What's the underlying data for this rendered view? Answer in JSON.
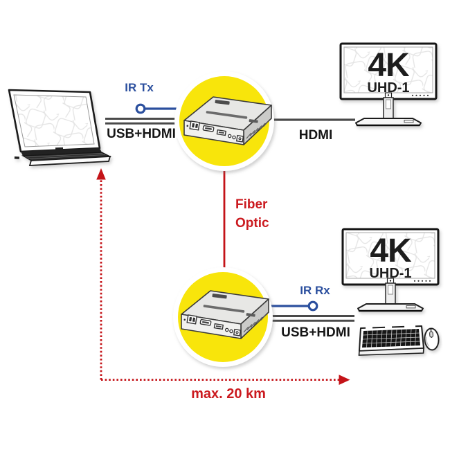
{
  "colors": {
    "accent_yellow": "#f8e50b",
    "signal_red": "#c41318",
    "label_red": "#cb1a1f",
    "ir_blue": "#2b4f9e",
    "cable_gray": "#4a4a4a"
  },
  "connections": {
    "ir_tx": "IR Tx",
    "usb_hdmi_source": "USB+HDMI",
    "hdmi": "HDMI",
    "fiber_optic_line1": "Fiber",
    "fiber_optic_line2": "Optic",
    "ir_rx": "IR Rx",
    "usb_hdmi_remote": "USB+HDMI",
    "max_distance": "max. 20 km"
  },
  "displays": {
    "top_monitor": {
      "title": "4K",
      "subtitle": "UHD-1"
    },
    "bottom_monitor": {
      "title": "4K",
      "subtitle": "UHD-1"
    }
  }
}
